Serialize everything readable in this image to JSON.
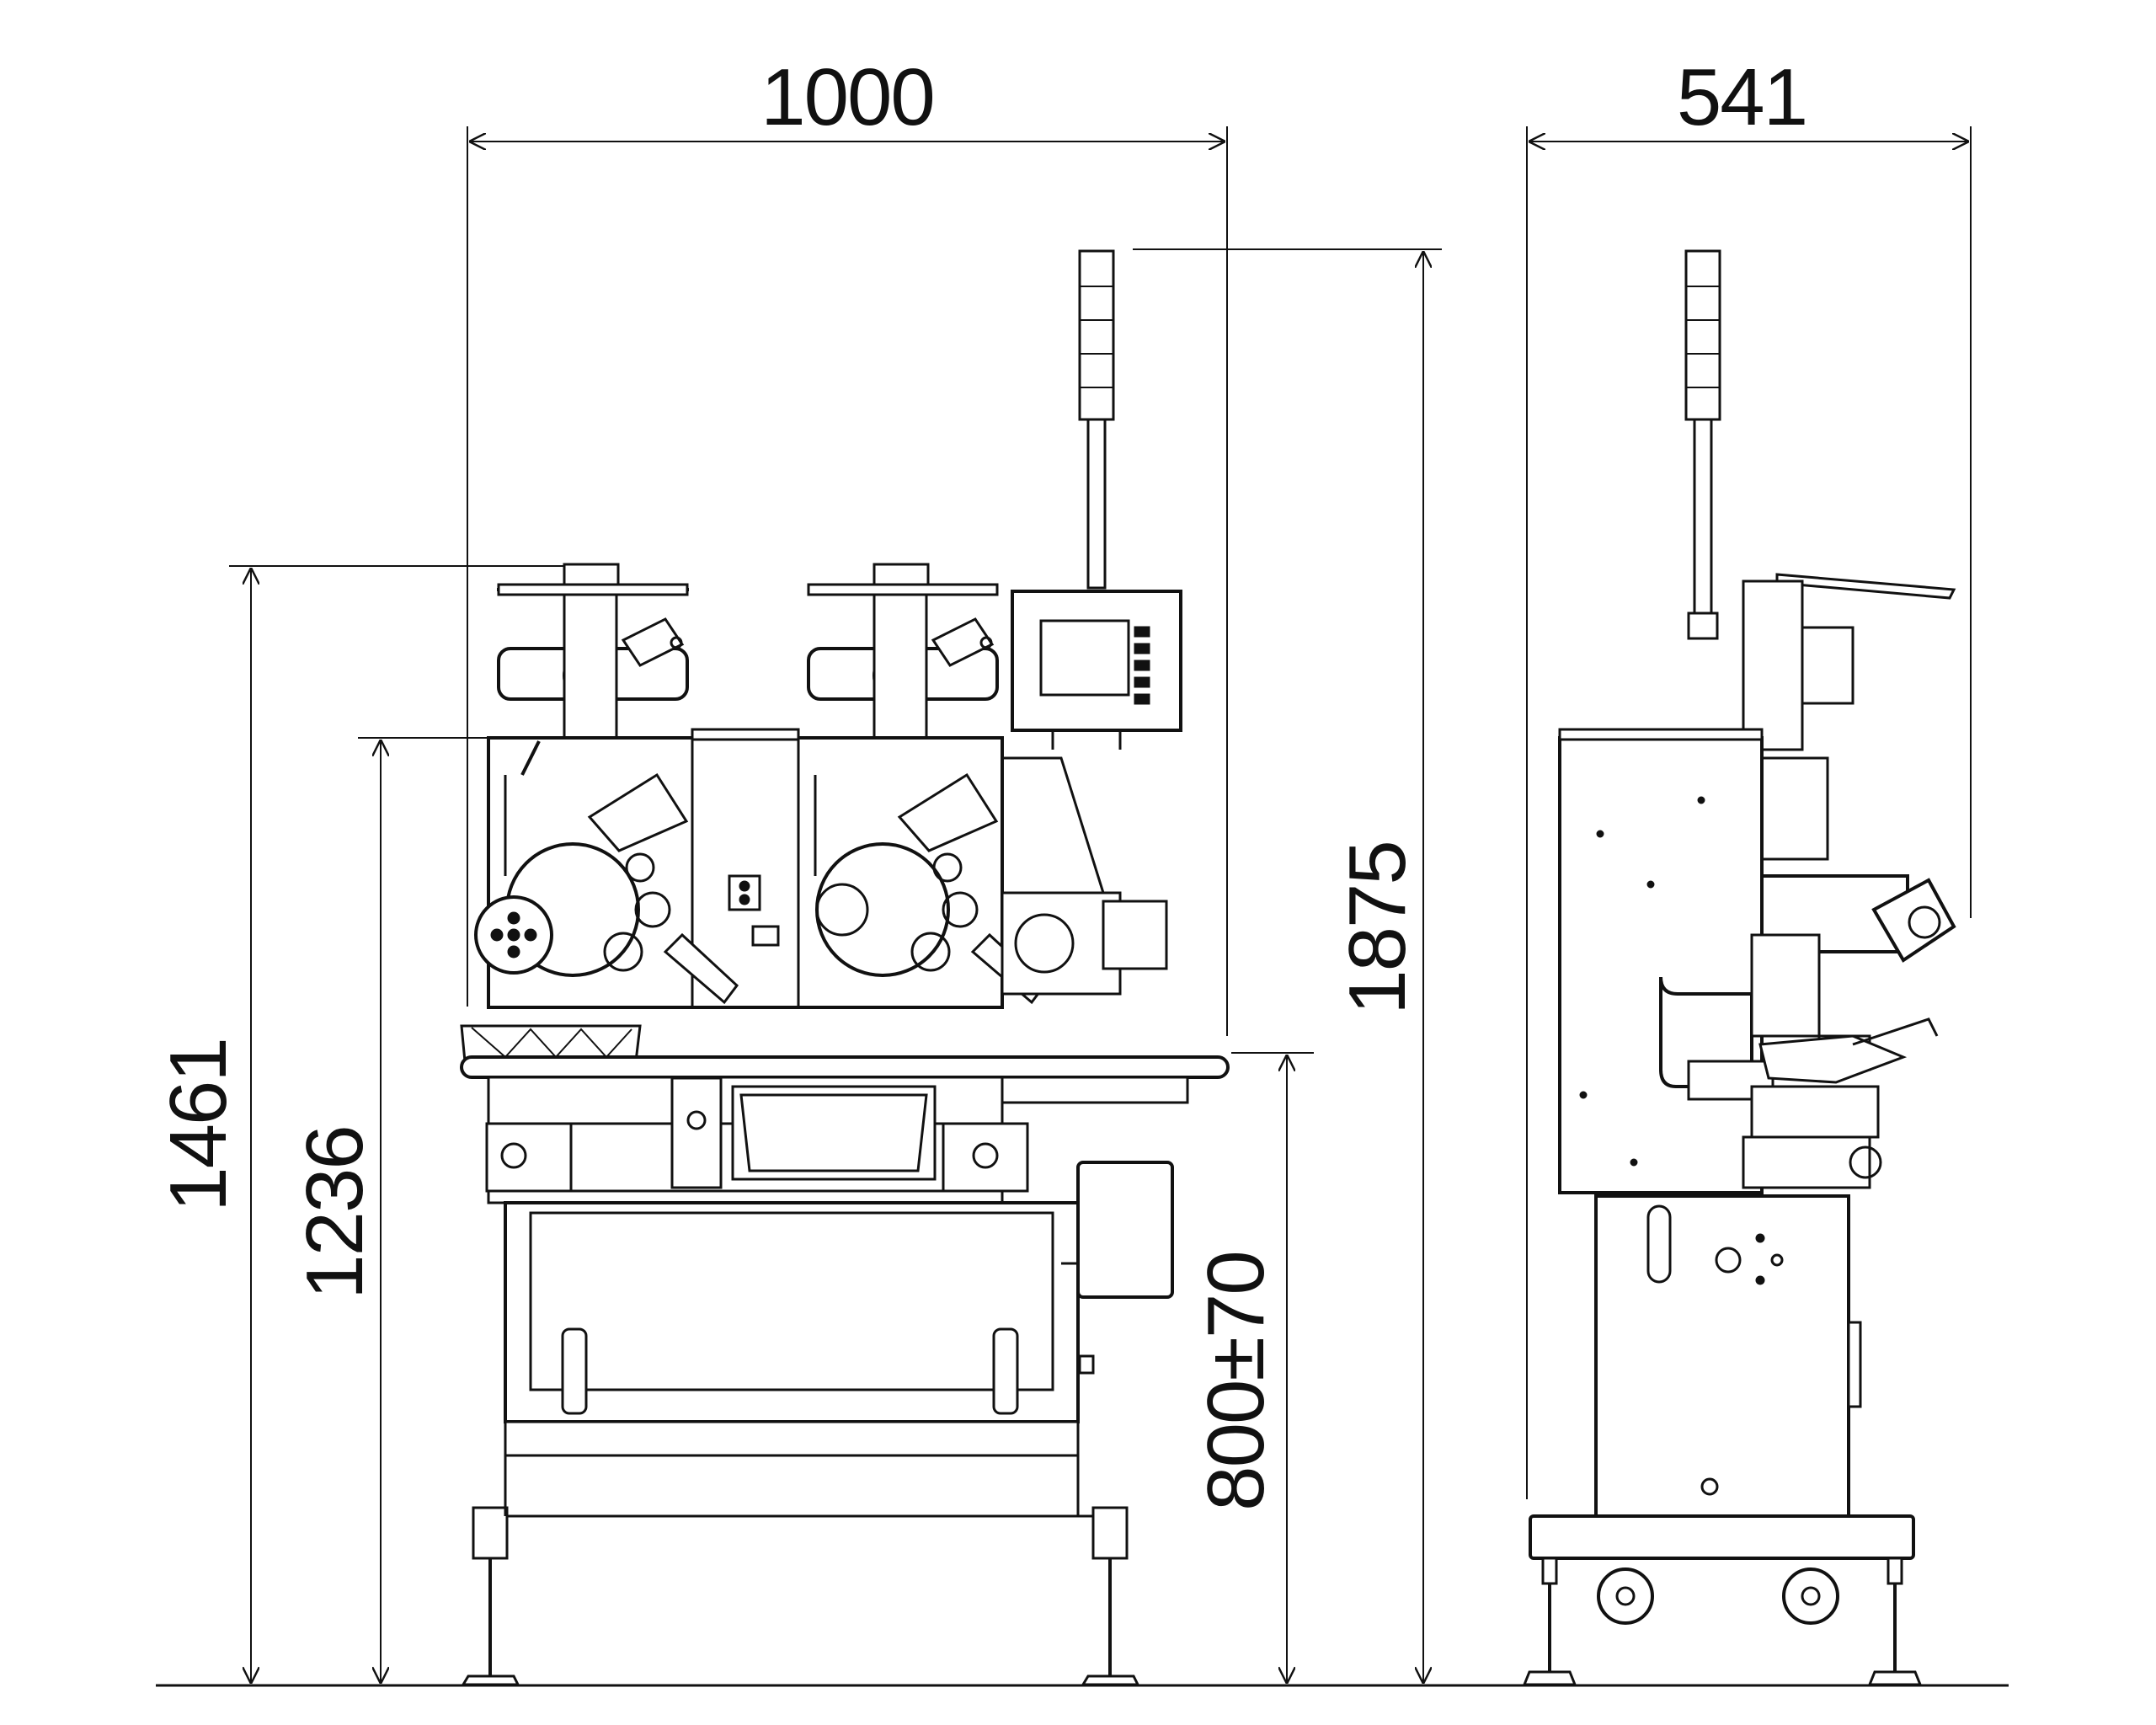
{
  "dimensions": {
    "front_width": "1000",
    "side_width": "541",
    "total_height": "1875",
    "height_1461": "1461",
    "height_1236": "1236",
    "table_height": "800±70"
  },
  "views": [
    "front-view",
    "side-view"
  ],
  "colors": {
    "line": "#111111",
    "background": "#ffffff"
  }
}
